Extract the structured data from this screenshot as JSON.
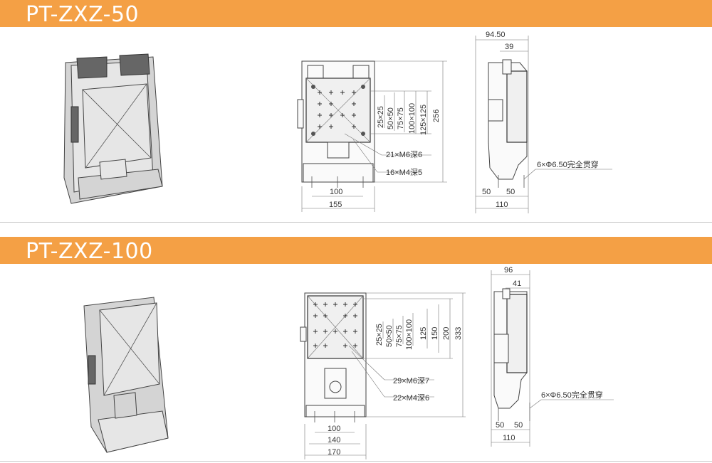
{
  "sections": [
    {
      "title": "PT-ZXZ-50",
      "front": {
        "grid_labels": [
          "25×25",
          "50×50",
          "75×75",
          "100×100",
          "125×125"
        ],
        "height": "256",
        "hole_callouts": [
          "21×M6深6",
          "16×M4深5"
        ],
        "base_spacing": "100",
        "width": "155"
      },
      "side": {
        "depth": "94.50",
        "top_depth": "39",
        "through_hole": "6×Φ6.50完全贯穿",
        "spacing_a": "50",
        "spacing_b": "50",
        "base_width": "110"
      }
    },
    {
      "title": "PT-ZXZ-100",
      "front": {
        "grid_labels": [
          "25×25",
          "50×50",
          "75×75",
          "100×100"
        ],
        "heights": [
          "125",
          "150",
          "200",
          "333"
        ],
        "hole_callouts": [
          "29×M6深7",
          "22×M4深6"
        ],
        "base_spacing": "100",
        "inner_width": "140",
        "width": "170"
      },
      "side": {
        "depth": "96",
        "top_depth": "41",
        "through_hole": "6×Φ6.50完全贯穿",
        "spacing_a": "50",
        "spacing_b": "50",
        "base_width": "110"
      }
    }
  ],
  "colors": {
    "banner": "#f4a045",
    "banner_text": "#ffffff"
  }
}
